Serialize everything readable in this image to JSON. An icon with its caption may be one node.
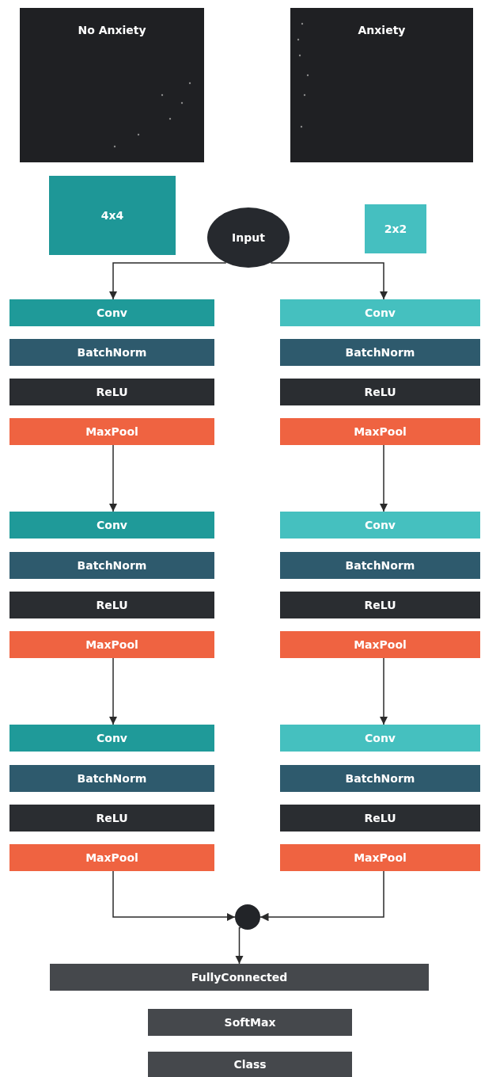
{
  "diagram": {
    "nodes": [
      {
        "text": [
          "No Anxiety"
        ]
      },
      {
        "text": [
          "Anxiety"
        ]
      },
      {
        "text": [
          "4x4"
        ]
      },
      {
        "text": [
          "Input"
        ]
      },
      {
        "text": [
          "2x2"
        ]
      },
      {
        "text": [
          "Conv"
        ]
      },
      {
        "text": [
          "Conv"
        ]
      },
      {
        "text": [
          "BatchNorm"
        ]
      },
      {
        "text": [
          "BatchNorm"
        ]
      },
      {
        "text": [
          "ReLU"
        ]
      },
      {
        "text": [
          "ReLU"
        ]
      },
      {
        "text": [
          "MaxPool"
        ]
      },
      {
        "text": [
          "MaxPool"
        ]
      },
      {
        "text": [
          "Conv"
        ]
      },
      {
        "text": [
          "Conv"
        ]
      },
      {
        "text": [
          "BatchNorm"
        ]
      },
      {
        "text": [
          "BatchNorm"
        ]
      },
      {
        "text": [
          "ReLU"
        ]
      },
      {
        "text": [
          "ReLU"
        ]
      },
      {
        "text": [
          "MaxPool"
        ]
      },
      {
        "text": [
          "MaxPool"
        ]
      },
      {
        "text": [
          "Conv"
        ]
      },
      {
        "text": [
          "Conv"
        ]
      },
      {
        "text": [
          "BatchNorm"
        ]
      },
      {
        "text": [
          "BatchNorm"
        ]
      },
      {
        "text": [
          "ReLU"
        ]
      },
      {
        "text": [
          "ReLU"
        ]
      },
      {
        "text": [
          "MaxPool"
        ]
      },
      {
        "text": [
          "MaxPool"
        ]
      },
      {
        "text": [],
        "shape": "circle"
      },
      {
        "text": [
          "FullyConnected"
        ]
      },
      {
        "text": [
          "SoftMax"
        ]
      },
      {
        "text": [
          "Class"
        ]
      }
    ],
    "edges": [
      {
        "from": 3,
        "to": 5,
        "arrow": "to"
      },
      {
        "from": 3,
        "to": 6,
        "arrow": "to"
      },
      {
        "from": 11,
        "to": 13,
        "arrow": "to"
      },
      {
        "from": 12,
        "to": 14,
        "arrow": "to"
      },
      {
        "from": 19,
        "to": 21,
        "arrow": "to"
      },
      {
        "from": 20,
        "to": 22,
        "arrow": "to"
      },
      {
        "from": 27,
        "to": 29,
        "arrow": "to"
      },
      {
        "from": 28,
        "to": 29,
        "arrow": "to"
      },
      {
        "from": 29,
        "to": 30,
        "arrow": "to"
      }
    ]
  }
}
